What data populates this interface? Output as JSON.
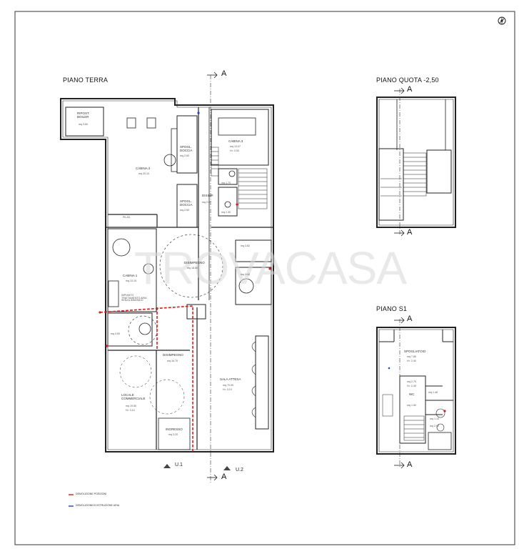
{
  "titles": {
    "ground": "PIANO TERRA",
    "mezz": "PIANO QUOTA -2,50",
    "basement": "PIANO S1"
  },
  "section_mark": "A",
  "exits": {
    "u1": "U.1",
    "u2": "U.2"
  },
  "watermark": "TROVACASA",
  "ground_rooms": {
    "ripostiglio": {
      "name": "RIPOST. BOILER",
      "area": "mq 3.60"
    },
    "cabina2": {
      "name": "CABINA 2",
      "area": "mq 20.10"
    },
    "spogl_doccia1": {
      "name": "SPOGL. DOCCIA",
      "area": "mq 2.60"
    },
    "cabina3": {
      "name": "CABINA 3",
      "area": "mq 13.07",
      "h": "H= 3.00"
    },
    "spogl_doccia2": {
      "name": "SPOGL. DOCCIA",
      "area": "mq 2.60"
    },
    "disimp_small": {
      "name": "DISIMP.",
      "area": "mq 2.67"
    },
    "wc1": {
      "area": "mq 1.70"
    },
    "wc2": {
      "area": "mq 1.40"
    },
    "pilaster": "PILAS.",
    "cabina1": {
      "name": "CABINA 1",
      "area": "mq 13.10"
    },
    "impianto": "IMPIANTO TRATTAMENTO ARIA SENZA IMMONDO",
    "disimpegno_c": {
      "name": "DISIMPEGNO",
      "area": "mq 18.60"
    },
    "small_area": "mq 3.82",
    "wc3": {
      "area": "mq 3.42"
    },
    "bagno": {
      "area": "mq 4.50"
    },
    "disimpegno_l": {
      "name": "DISIMPEGNO",
      "area": "mq 16.70"
    },
    "locale": {
      "name": "LOCALE COMMERCIALE",
      "area": "mq 19.50",
      "h": "H= 3.10"
    },
    "sala": {
      "name": "SALA ATTESA",
      "area": "mq 70.00",
      "h": "H= 3.10"
    },
    "ingresso": {
      "name": "INGRESSO",
      "area": "mq 3.20"
    }
  },
  "basement_rooms": {
    "spogliatoio": {
      "name": "SPOGLIATOIO",
      "area": "mq 7.80",
      "h": "H= 2.40"
    },
    "a1": {
      "area": "mq 2.70",
      "h": "H= 2.40"
    },
    "a2": {
      "area": "mq 1.48"
    },
    "a3": {
      "area": "mq 1.50"
    },
    "wc": {
      "name": "WC",
      "area": "mq 1.10"
    },
    "a4": {
      "area": "mq 2.00"
    }
  },
  "legend": {
    "red": "DEMOLIZIONE PORZIONI",
    "blue": "DEMOLIZIONE/COSTRUZIONE ARIA"
  },
  "colors": {
    "wall": "#222222",
    "red_line": "#d81e1e",
    "blue_line": "#2a3fd0",
    "watermark": "#d8d8d8"
  }
}
